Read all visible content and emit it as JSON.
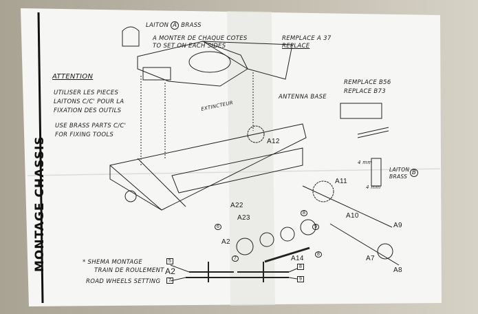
{
  "sheet": {
    "title": "MONTAGE CHASSIS",
    "attention": {
      "heading": "ATTENTION",
      "fr_line1": "UTILISER LES PIECES",
      "fr_line2": "LAITONS C/C' POUR LA",
      "fr_line3": "FIXATION DES OUTILS",
      "en_line1": "USE BRASS PARTS C/C'",
      "en_line2": "FOR FIXING TOOLS"
    },
    "notes": {
      "brass_a": "LAITON",
      "brass_a_letter": "A",
      "brass_a_en": "BRASS",
      "each_side_fr": "A MONTER DE CHAQUE COTES",
      "each_side_en": "TO SET ON EACH SIDES",
      "replace_a37_fr": "REMPLACE A 37",
      "replace_a37_en": "REPLACE",
      "antenna": "ANTENNA BASE",
      "extincteur": "EXTINCTEUR",
      "replace_b56_fr": "REMPLACE B56",
      "replace_b73_en": "REPLACE  B73",
      "brass_b": "LAITON",
      "brass_b_en": "BRASS",
      "brass_b_letter": "B",
      "dim1": "4 mm",
      "dim2": "4 mm"
    },
    "parts": [
      "A12",
      "A11",
      "A22",
      "A23",
      "A10",
      "A9",
      "A2",
      "A14",
      "A7",
      "A8"
    ],
    "callouts": [
      "6",
      "8",
      "9",
      "7",
      "8"
    ],
    "road_wheels": {
      "fr_line1": "* SHEMA MONTAGE",
      "fr_line2": "TRAIN DE ROULEMENT",
      "en": "ROAD WHEELS SETTING",
      "part": "A2",
      "boxes": [
        "5",
        "7",
        "8",
        "9"
      ]
    }
  }
}
